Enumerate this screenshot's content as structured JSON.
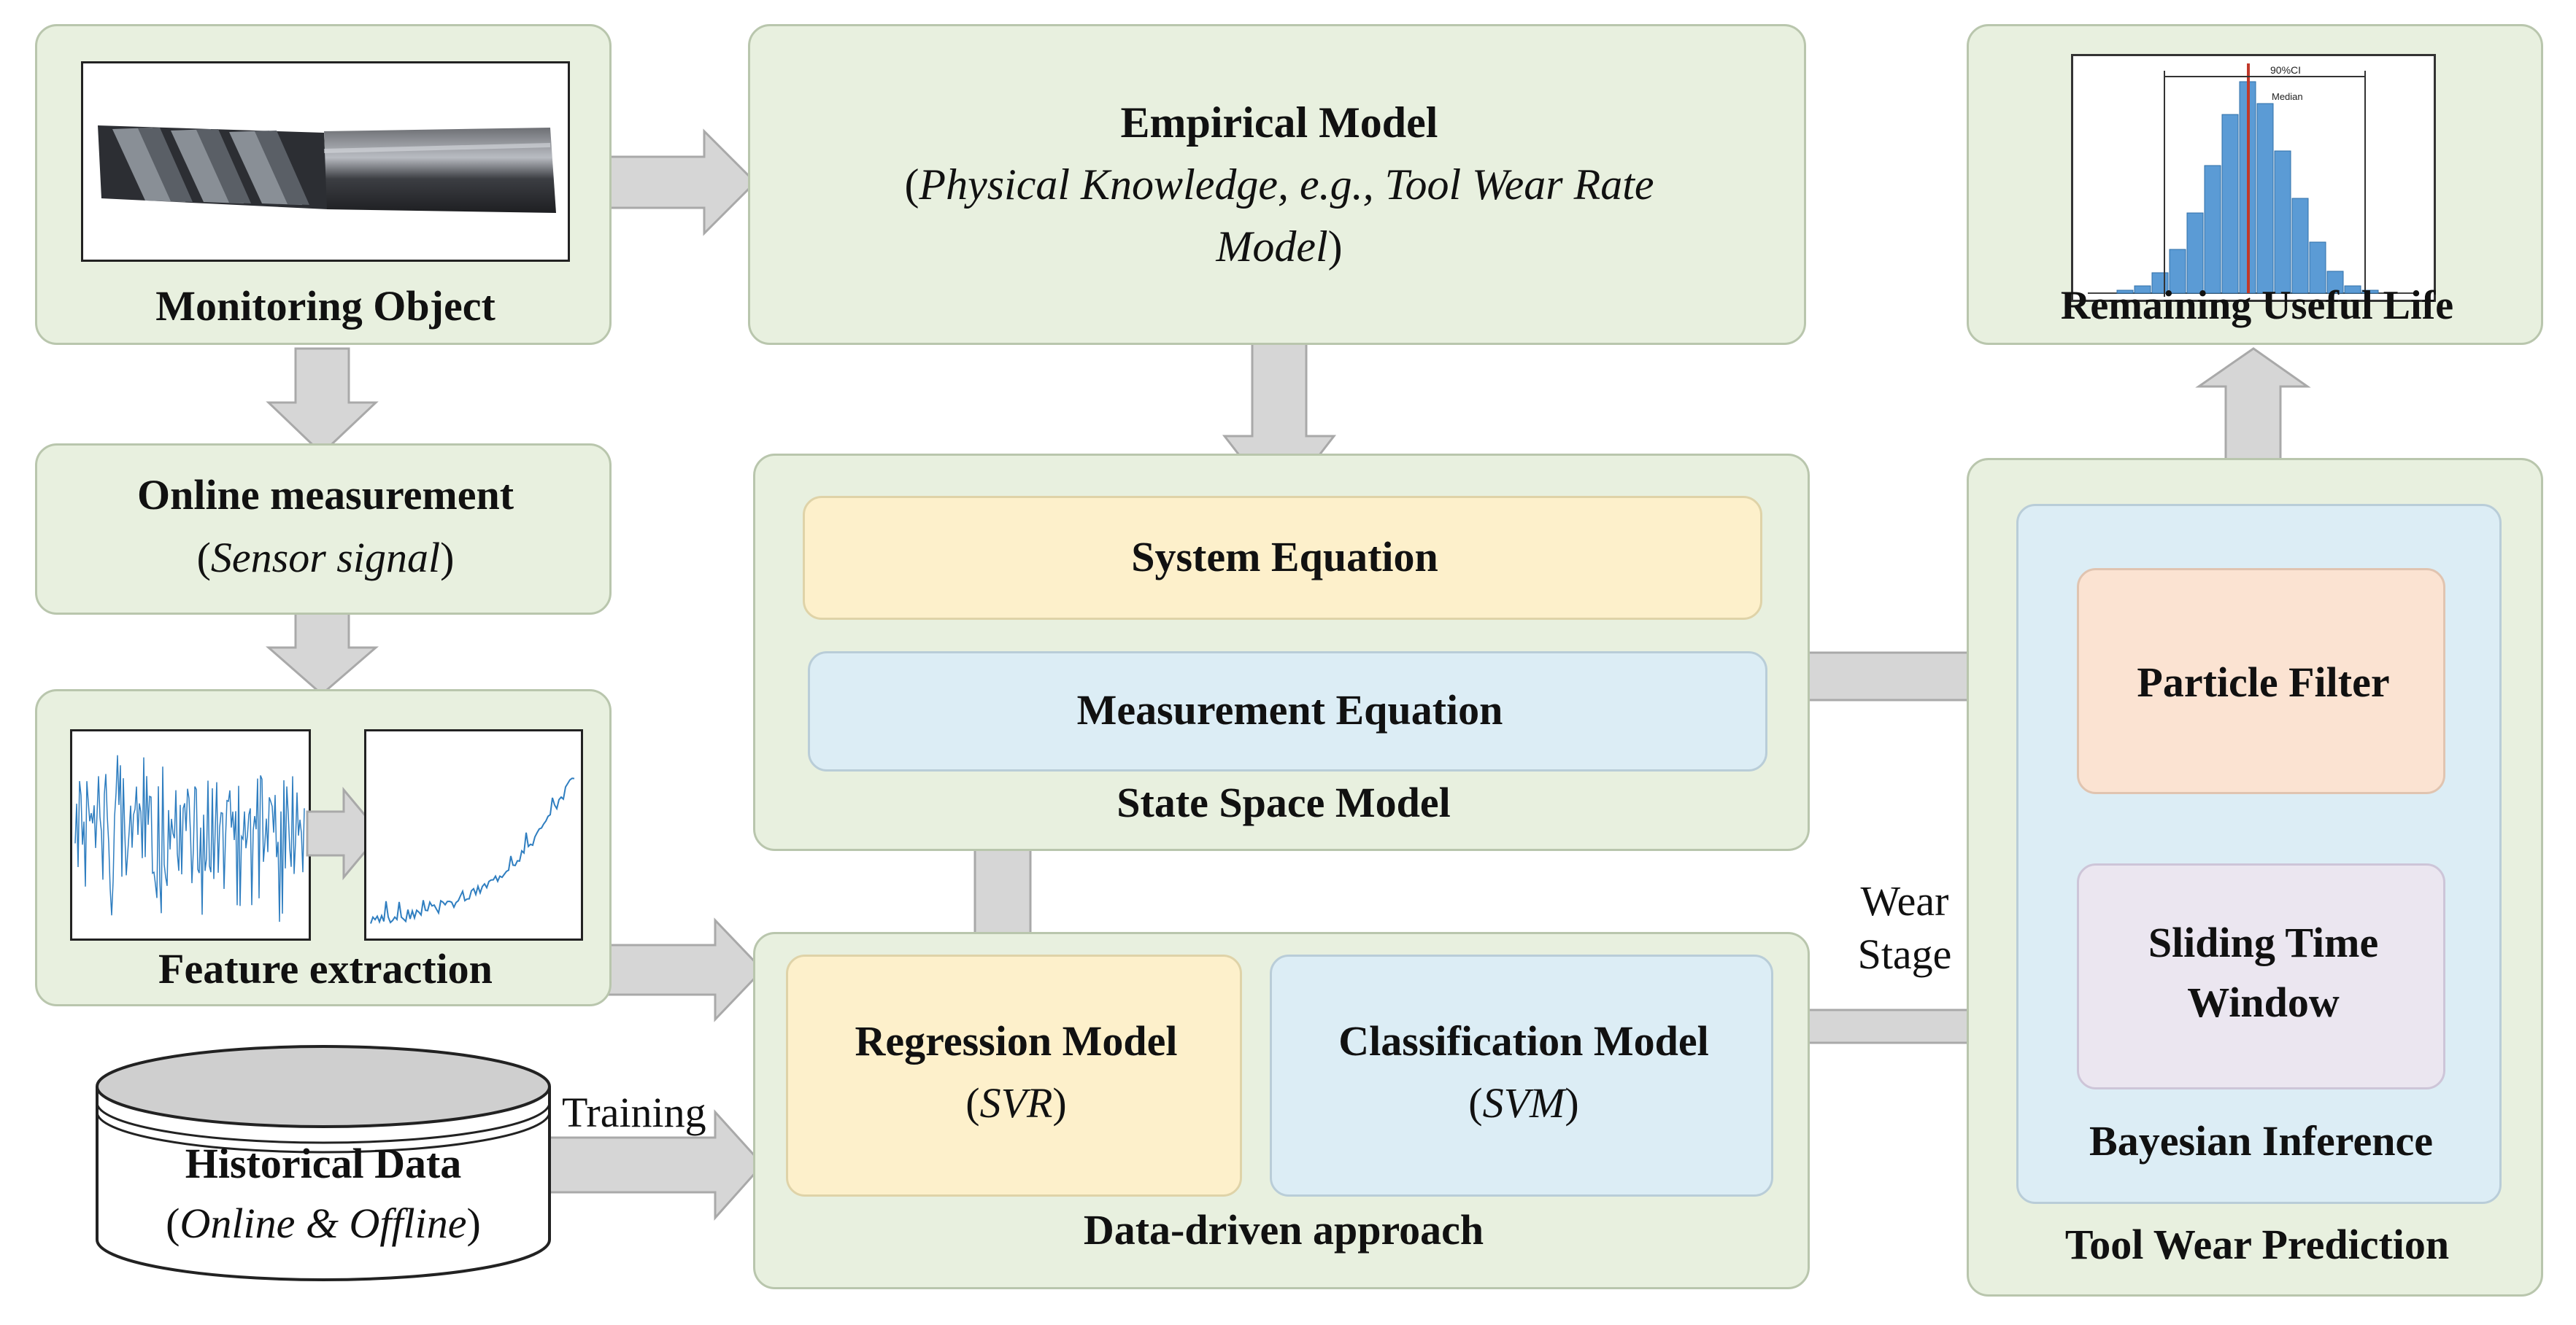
{
  "monitoring_object": {
    "label": "Monitoring Object",
    "image": "end-mill-cutting-tool"
  },
  "empirical_model": {
    "title": "Empirical Model",
    "open_paren": "(",
    "line1_italic": "Physical Knowledge, e.g., Tool Wear Rate",
    "line2_italic": "Model",
    "close_paren": ")"
  },
  "rul": {
    "label": "Remaining Useful Life",
    "ci_label": "90%CI",
    "median_label": "Median"
  },
  "online_measurement": {
    "title": "Online measurement",
    "open_paren": "(",
    "italic": "Sensor signal",
    "close_paren": ")"
  },
  "feature_extraction": {
    "label": "Feature extraction"
  },
  "state_space": {
    "label": "State Space Model",
    "system_equation": "System Equation",
    "measurement_equation": "Measurement Equation"
  },
  "data_driven": {
    "label": "Data-driven approach",
    "regression": {
      "title": "Regression Model",
      "open_paren": "(",
      "italic": "SVR",
      "close_paren": ")"
    },
    "classification": {
      "title": "Classification Model",
      "open_paren": "(",
      "italic": "SVM",
      "close_paren": ")"
    }
  },
  "historical_data": {
    "title": "Historical Data",
    "open_paren": "(",
    "italic": "Online & Offline",
    "close_paren": ")"
  },
  "training_label": "Training",
  "wear_stage_label": {
    "line1": "Wear",
    "line2": "Stage"
  },
  "tool_wear_prediction": {
    "label": "Tool Wear Prediction",
    "bayesian_label": "Bayesian Inference",
    "particle_filter": "Particle Filter",
    "sliding_window": {
      "line1": "Sliding Time",
      "line2": "Window"
    }
  },
  "colors": {
    "outer_box_fill": "#e8f0df",
    "arrow_fill": "#d6d6d6",
    "yellow_box": "#fdf0cb",
    "blue_box": "#dcedf5",
    "peach_box": "#fbe3d2",
    "lavender_box": "#ebe6f0",
    "histogram_bar": "#5b9bd5",
    "median_line": "#c0392b"
  }
}
